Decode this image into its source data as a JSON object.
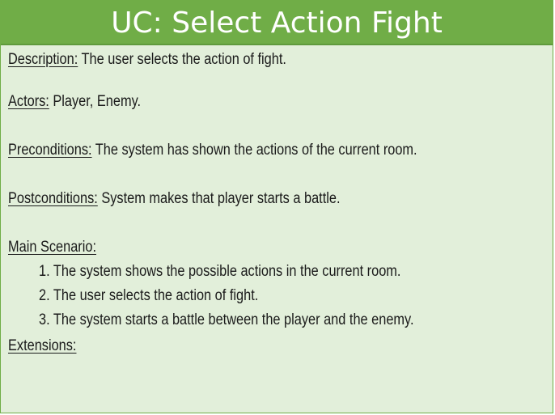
{
  "title": "UC: Select Action Fight",
  "description": {
    "label": "Description:",
    "text": " The user selects the action of fight."
  },
  "actors": {
    "label": "Actors:",
    "text": " Player, Enemy."
  },
  "preconditions": {
    "label": "Preconditions:",
    "text": " The system has shown the actions of the current room."
  },
  "postconditions": {
    "label": "Postconditions:",
    "text": " System makes that player starts a battle."
  },
  "main_scenario": {
    "label": "Main Scenario:",
    "steps": [
      "1. The system shows the possible actions in the current room.",
      "2. The user selects the action of fight.",
      "3. The system starts a battle between the player and the enemy."
    ]
  },
  "extensions": {
    "label": "Extensions:"
  },
  "colors": {
    "title_bar": "#70ad47",
    "background": "#e2efda",
    "title_text": "#ffffff",
    "body_text": "#1a1a1a"
  }
}
